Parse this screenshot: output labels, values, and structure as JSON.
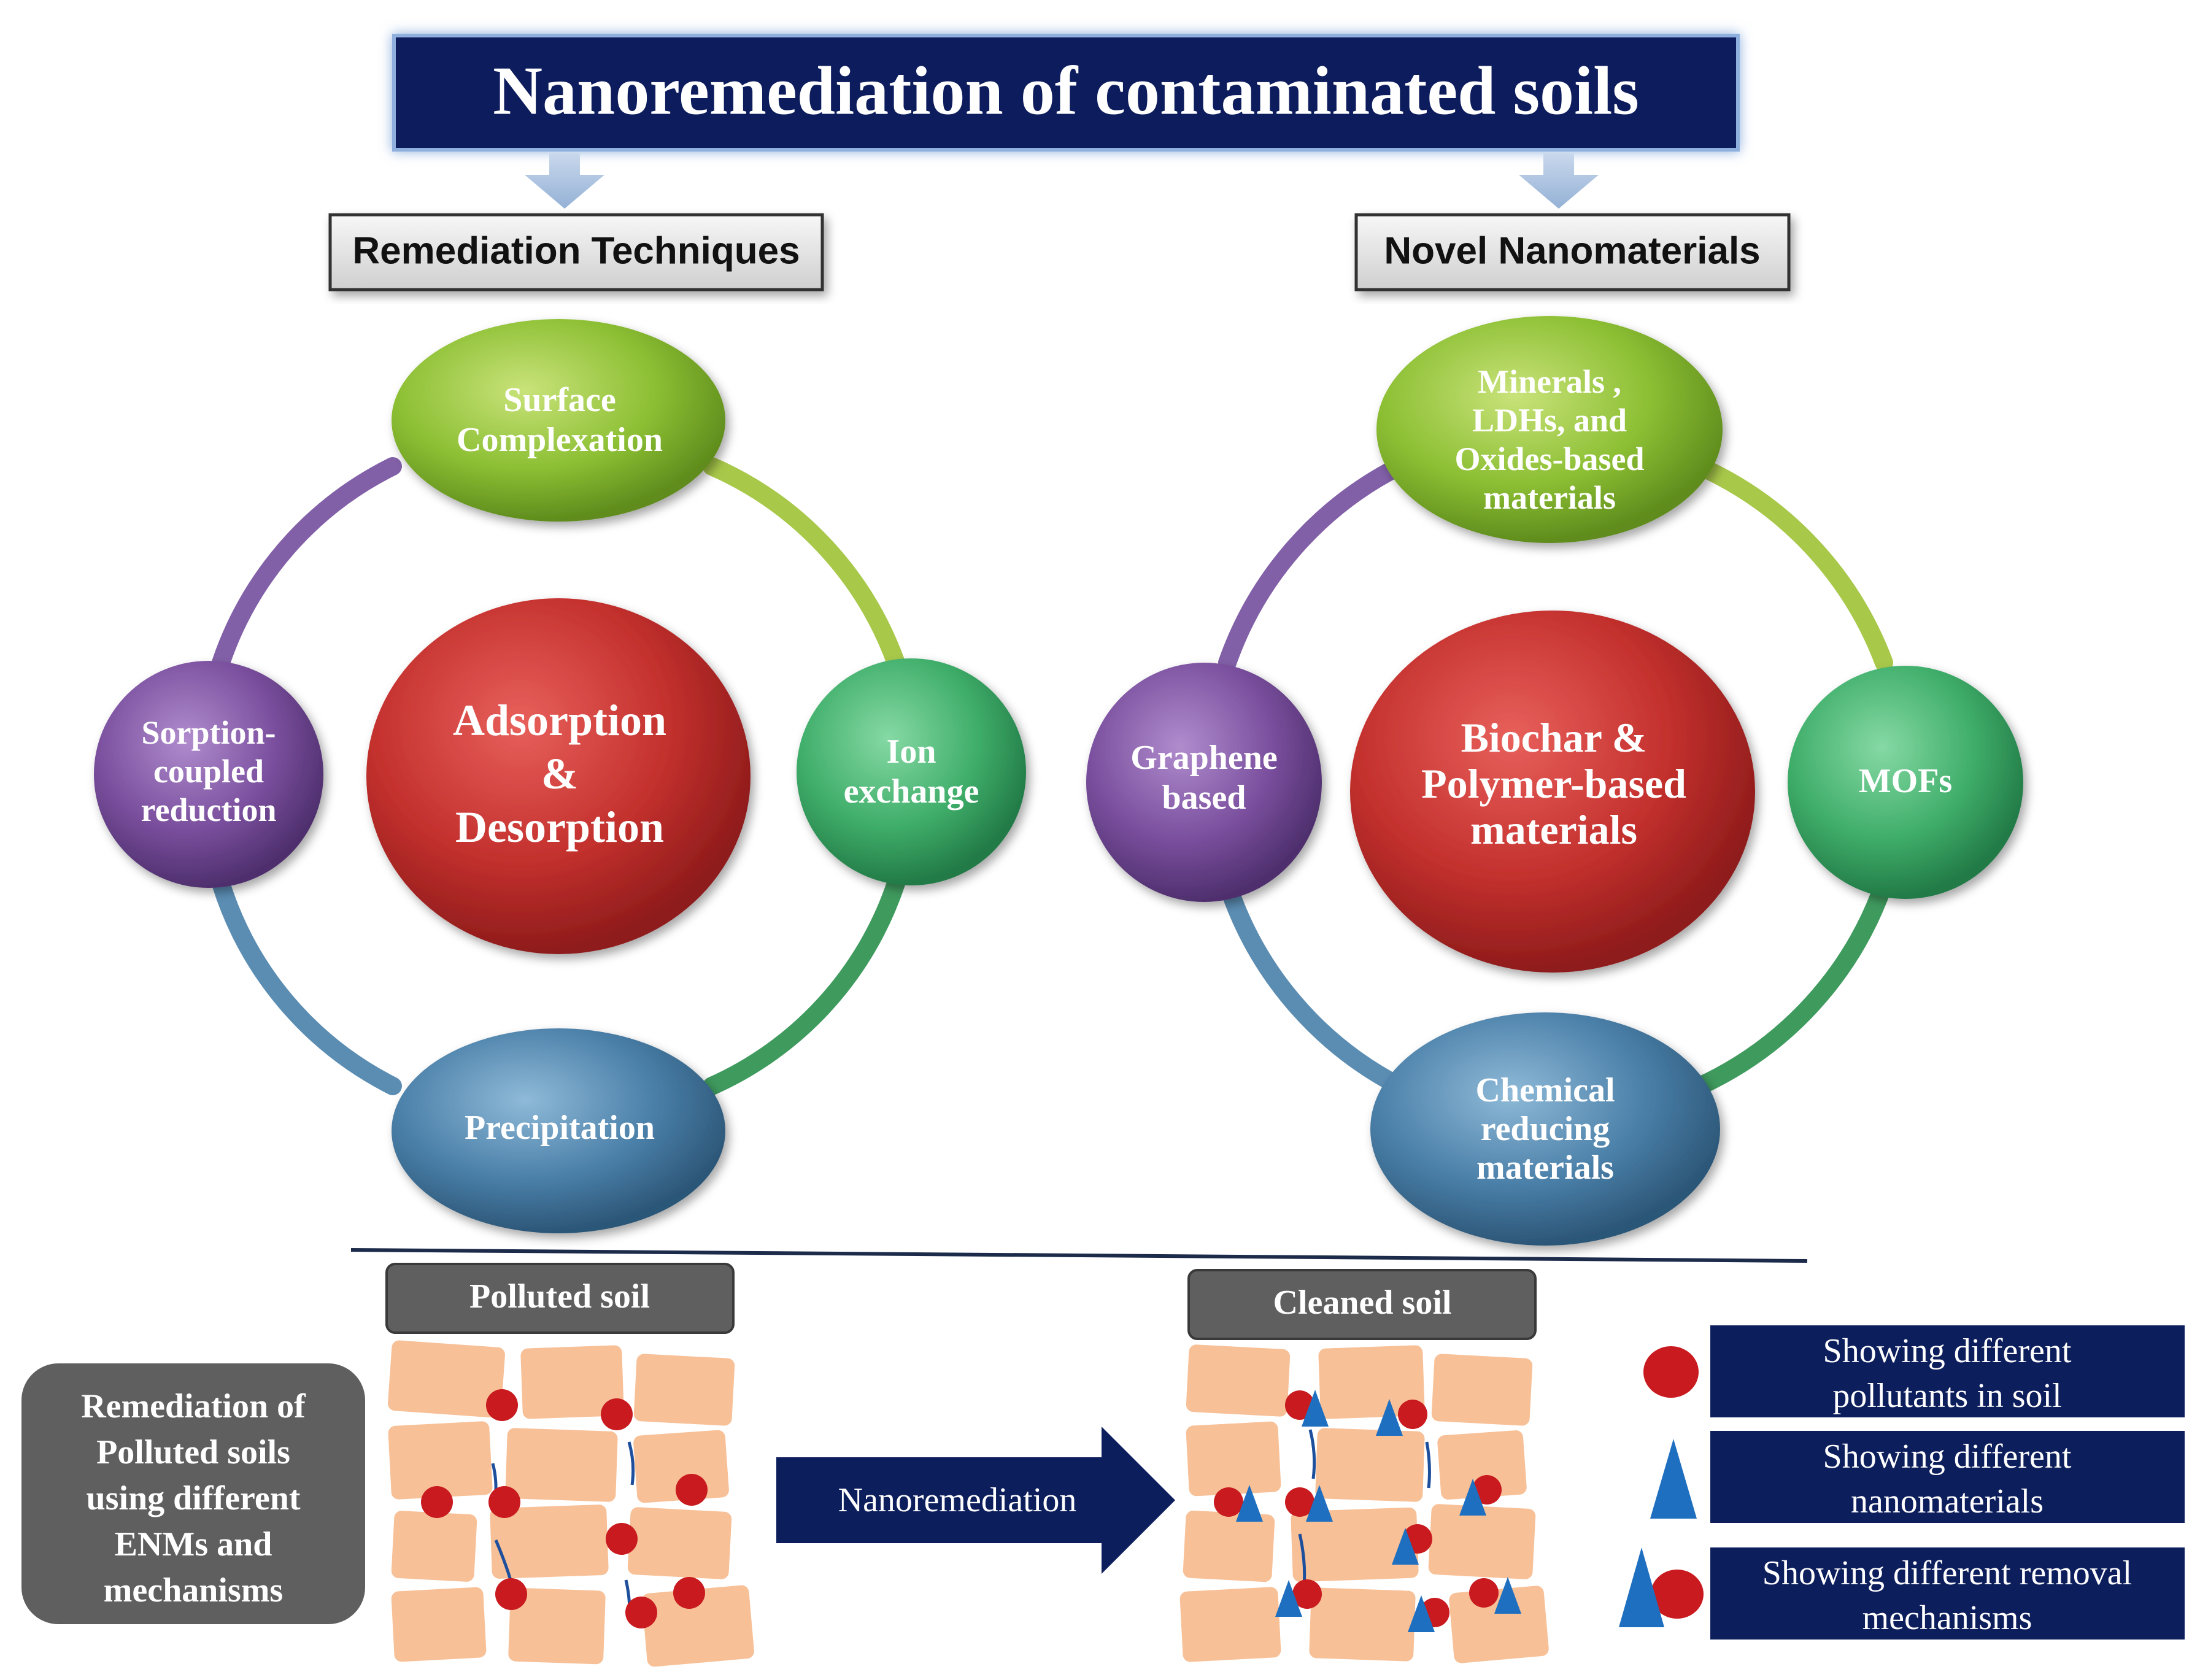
{
  "title": "Nanoremediation of contaminated soils",
  "left_panel": {
    "header": "Remediation Techniques",
    "center": [
      "Adsorption",
      "&",
      "Desorption"
    ],
    "top": [
      "Surface",
      "Complexation"
    ],
    "right": [
      "Ion",
      "exchange"
    ],
    "bottom": [
      "Precipitation"
    ],
    "left": [
      "Sorption-",
      "coupled",
      "reduction"
    ]
  },
  "right_panel": {
    "header": "Novel Nanomaterials",
    "center": [
      "Biochar &",
      "Polymer-based",
      "materials"
    ],
    "top": [
      "Minerals ,",
      "LDHs, and",
      "Oxides-based",
      "materials"
    ],
    "right": [
      "MOFs"
    ],
    "bottom": [
      "Chemical",
      "reducing",
      "materials"
    ],
    "left": [
      "Graphene",
      "based"
    ]
  },
  "bottom_section": {
    "side_label": [
      "Remediation of",
      "Polluted soils",
      "using different",
      "ENMs and",
      "mechanisms"
    ],
    "polluted_label": "Polluted soil",
    "cleaned_label": "Cleaned soil",
    "arrow_label": "Nanoremediation"
  },
  "legend": [
    {
      "symbol": "pollutant",
      "lines": [
        "Showing different",
        "pollutants in soil"
      ]
    },
    {
      "symbol": "nanomaterial",
      "lines": [
        "Showing  different",
        "nanomaterials"
      ]
    },
    {
      "symbol": "removal",
      "lines": [
        "Showing  different  removal",
        "mechanisms"
      ]
    }
  ],
  "colors": {
    "navy": "#0d1e5c",
    "green": "#8cbf33",
    "teal": "#3fae6a",
    "blue": "#4a7fa8",
    "purple": "#7a4f9e",
    "red": "#c0282b",
    "soil": "#f7c097",
    "grey_box": "#5f5f5f"
  }
}
